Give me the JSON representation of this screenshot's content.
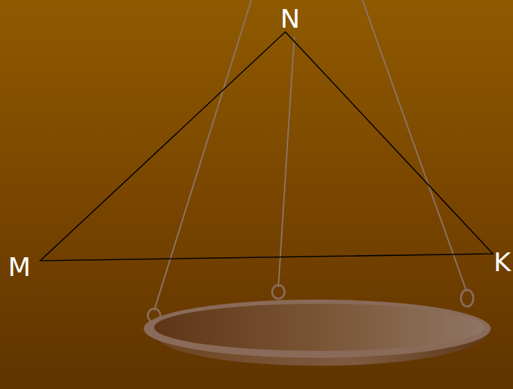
{
  "diagram": {
    "labels": [
      "N",
      "M",
      "K"
    ]
  }
}
